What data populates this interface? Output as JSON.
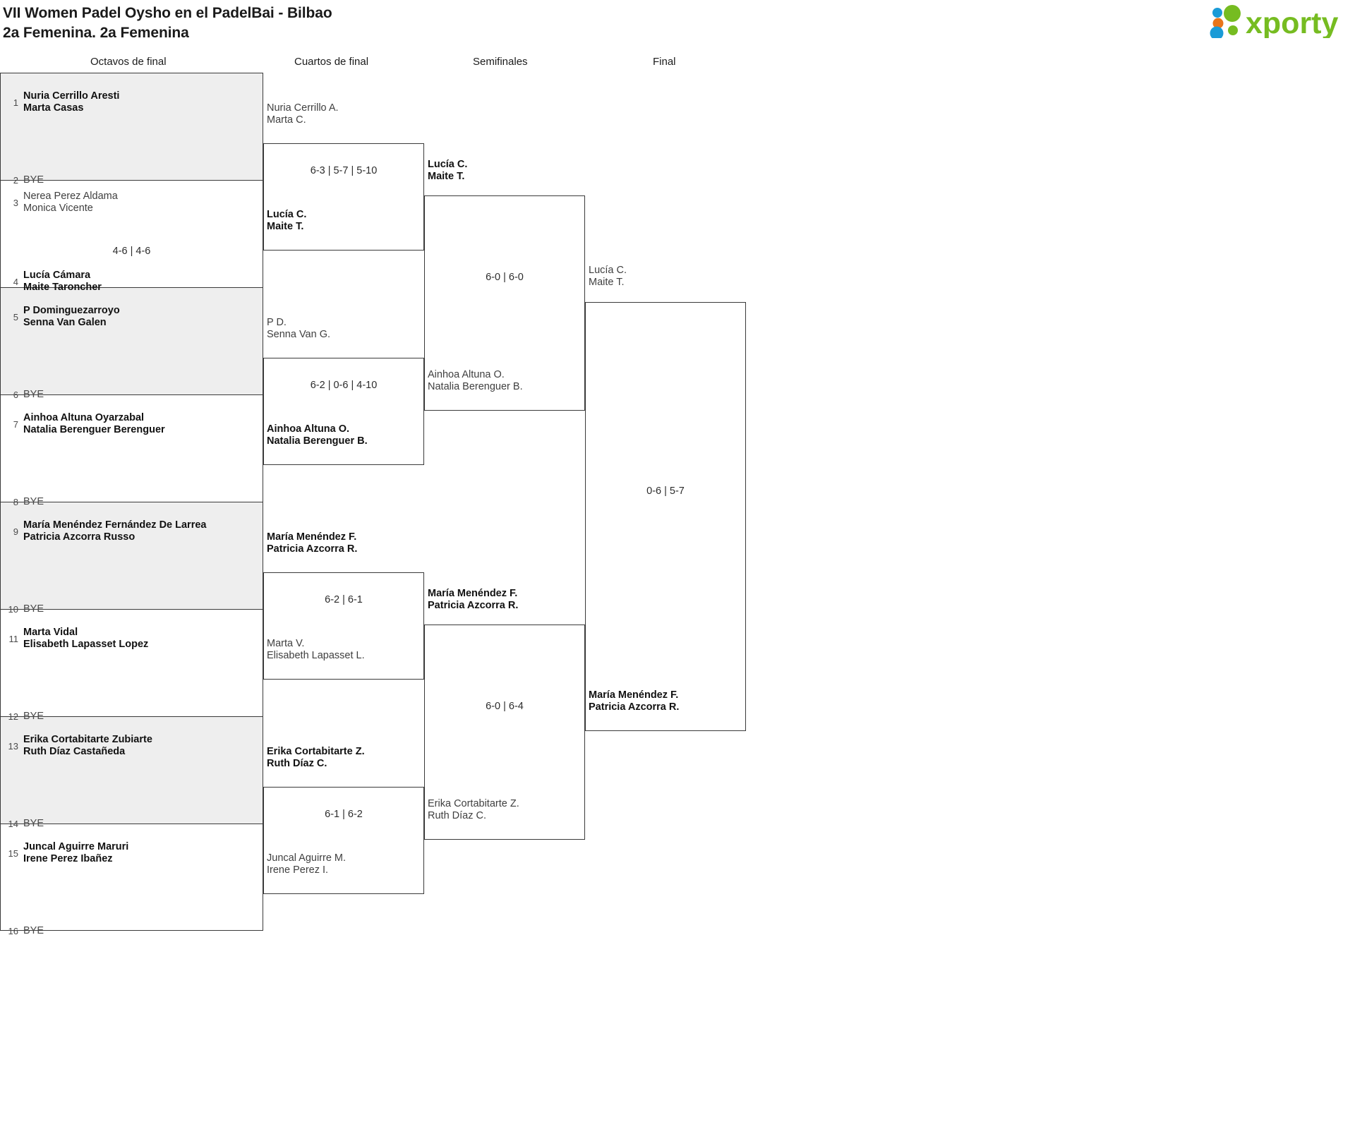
{
  "header": {
    "title_line1": "VII Women Padel Oysho en el PadelBai - Bilbao",
    "title_line2": "2a Femenina. 2a Femenina",
    "logo_text": "xporty",
    "logo_colors": {
      "blue": "#1a9bd7",
      "orange": "#e8751a",
      "green": "#76bc21"
    }
  },
  "rounds": [
    {
      "id": "r16",
      "label": "Octavos de final"
    },
    {
      "id": "qf",
      "label": "Cuartos de final"
    },
    {
      "id": "sf",
      "label": "Semifinales"
    },
    {
      "id": "final",
      "label": "Final"
    }
  ],
  "bye_label": "BYE",
  "round1": {
    "entries": [
      {
        "seed": "1",
        "names": [
          "Nuria Cerrillo Aresti",
          "Marta Casas"
        ],
        "status": "winner",
        "bye": false
      },
      {
        "seed": "2",
        "names": [
          "BYE"
        ],
        "status": "bye",
        "bye": true
      },
      {
        "seed": "3",
        "names": [
          "Nerea Perez Aldama",
          "Monica Vicente"
        ],
        "status": "loser",
        "bye": false
      },
      {
        "seed": "4",
        "names": [
          "Lucía Cámara",
          "Maite Taroncher"
        ],
        "status": "winner",
        "bye": false
      },
      {
        "seed": "5",
        "names": [
          "P Dominguezarroyo",
          "Senna Van Galen"
        ],
        "status": "winner",
        "bye": false
      },
      {
        "seed": "6",
        "names": [
          "BYE"
        ],
        "status": "bye",
        "bye": true
      },
      {
        "seed": "7",
        "names": [
          "Ainhoa Altuna Oyarzabal",
          "Natalia Berenguer Berenguer"
        ],
        "status": "winner",
        "bye": false
      },
      {
        "seed": "8",
        "names": [
          "BYE"
        ],
        "status": "bye",
        "bye": true
      },
      {
        "seed": "9",
        "names": [
          "María Menéndez Fernández De Larrea",
          "Patricia Azcorra Russo"
        ],
        "status": "winner",
        "bye": false
      },
      {
        "seed": "10",
        "names": [
          "BYE"
        ],
        "status": "bye",
        "bye": true
      },
      {
        "seed": "11",
        "names": [
          "Marta Vidal",
          "Elisabeth Lapasset Lopez"
        ],
        "status": "winner",
        "bye": false
      },
      {
        "seed": "12",
        "names": [
          "BYE"
        ],
        "status": "bye",
        "bye": true
      },
      {
        "seed": "13",
        "names": [
          "Erika Cortabitarte Zubiarte",
          "Ruth Díaz Castañeda"
        ],
        "status": "winner",
        "bye": false
      },
      {
        "seed": "14",
        "names": [
          "BYE"
        ],
        "status": "bye",
        "bye": true
      },
      {
        "seed": "15",
        "names": [
          "Juncal Aguirre Maruri",
          "Irene Perez Ibañez"
        ],
        "status": "winner",
        "bye": false
      },
      {
        "seed": "16",
        "names": [
          "BYE"
        ],
        "status": "bye",
        "bye": true
      }
    ],
    "scores": [
      {
        "match": 2,
        "text": "4-6 | 4-6"
      }
    ]
  },
  "quarterfinals": [
    {
      "id": "qf1",
      "score": "6-3 | 5-7 | 5-10",
      "top": {
        "names": [
          "Nuria Cerrillo A.",
          "Marta C."
        ],
        "status": "loser"
      },
      "bottom": {
        "names": [
          "Lucía C.",
          "Maite T."
        ],
        "status": "winner"
      }
    },
    {
      "id": "qf2",
      "score": "6-2 | 0-6 | 4-10",
      "top": {
        "names": [
          "P D.",
          "Senna Van G."
        ],
        "status": "loser"
      },
      "bottom": {
        "names": [
          "Ainhoa Altuna O.",
          "Natalia Berenguer B."
        ],
        "status": "winner"
      }
    },
    {
      "id": "qf3",
      "score": "6-2 | 6-1",
      "top": {
        "names": [
          "María Menéndez F.",
          "Patricia Azcorra R."
        ],
        "status": "winner"
      },
      "bottom": {
        "names": [
          "Marta V.",
          "Elisabeth Lapasset L."
        ],
        "status": "loser"
      }
    },
    {
      "id": "qf4",
      "score": "6-1 | 6-2",
      "top": {
        "names": [
          "Erika Cortabitarte Z.",
          "Ruth Díaz C."
        ],
        "status": "winner"
      },
      "bottom": {
        "names": [
          "Juncal Aguirre M.",
          "Irene Perez I."
        ],
        "status": "loser"
      }
    }
  ],
  "semifinals": [
    {
      "id": "sf1",
      "score": "6-0 | 6-0",
      "top": {
        "names": [
          "Lucía C.",
          "Maite T."
        ],
        "status": "winner"
      },
      "bottom": {
        "names": [
          "Ainhoa Altuna O.",
          "Natalia Berenguer B."
        ],
        "status": "loser"
      }
    },
    {
      "id": "sf2",
      "score": "6-0 | 6-4",
      "top": {
        "names": [
          "María Menéndez F.",
          "Patricia Azcorra R."
        ],
        "status": "winner"
      },
      "bottom": {
        "names": [
          "Erika Cortabitarte Z.",
          "Ruth Díaz C."
        ],
        "status": "loser"
      }
    }
  ],
  "final": {
    "id": "final1",
    "score": "0-6 | 5-7",
    "top": {
      "names": [
        "Lucía C.",
        "Maite T."
      ],
      "status": "loser"
    },
    "bottom": {
      "names": [
        "María Menéndez F.",
        "Patricia Azcorra R."
      ],
      "status": "winner"
    }
  }
}
